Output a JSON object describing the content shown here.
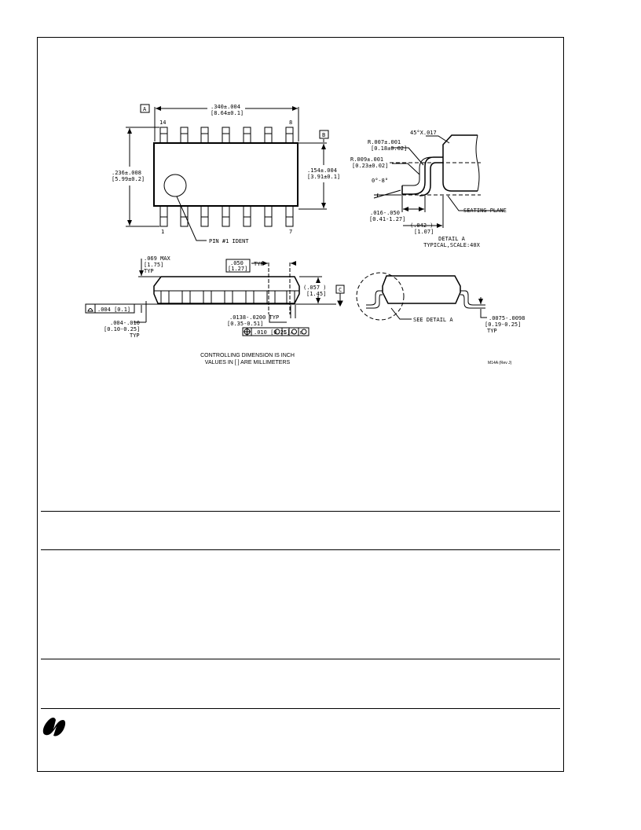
{
  "top_view": {
    "datum_a": "A",
    "datum_b": "B",
    "length_in": ".340±.004",
    "length_mm": "[8.64±0.1]",
    "width_in": ".236±.008",
    "width_mm": "[5.99±0.2]",
    "body_width_in": ".154±.004",
    "body_width_mm": "[3.91±0.1]",
    "pin_14": "14",
    "pin_8": "8",
    "pin_1": "1",
    "pin_7": "7",
    "pin1_ident": "PIN #1 IDENT"
  },
  "detail_a": {
    "chamfer": "45°X.017",
    "r1_in": "R.007±.001",
    "r1_mm": "[0.18±0.02]",
    "r2_in": "R.009±.001",
    "r2_mm": "[0.23±0.02]",
    "angle": "0°-8°",
    "foot_in": ".016-.050",
    "foot_mm": "[0.41-1.27]",
    "ref_in": "(.042   )",
    "ref_mm": "[1.07]",
    "seating_plane": "SEATING PLANE",
    "title": "DETAIL A",
    "subtitle": "TYPICAL,SCALE:40X"
  },
  "side_view": {
    "max_h_in": ".069 MAX",
    "max_h_mm": "[1.75]",
    "typ": "TYP",
    "pitch_in": ".050",
    "pitch_mm": "[1.27]",
    "pitch_typ": "TYP",
    "body_h_in": "(.057   )",
    "body_h_mm": "[1.45]",
    "datum_c": "C",
    "coplanarity": ".004 [0.1]",
    "standoff_in": ".004-.010",
    "standoff_mm": "[0.10-0.25]",
    "standoff_typ": "TYP",
    "lead_w_in": ".0138-.0200 TYP",
    "lead_w_mm": "[0.35-0.51]",
    "fcf_tol": ".010 [0.25]",
    "fcf_c": "C",
    "fcf_a": "A",
    "fcf_b": "B"
  },
  "end_view": {
    "see_detail": "SEE DETAIL A",
    "thk_in": ".0075-.0098",
    "thk_mm": "[0.19-0.25]",
    "thk_typ": "TYP"
  },
  "notes": {
    "line1": "CONTROLLING DIMENSION IS INCH",
    "line2": "VALUES IN [ ] ARE MILLIMETERS",
    "drawing_id": "M14A (Rev J)"
  }
}
